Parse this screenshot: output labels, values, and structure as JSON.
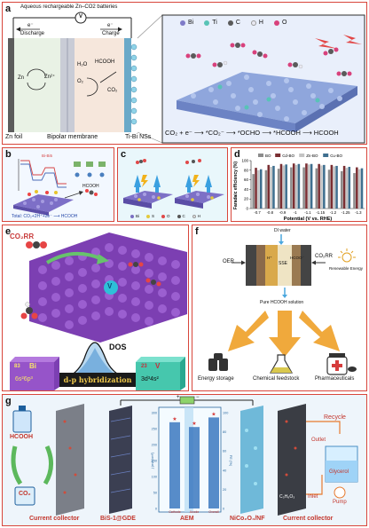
{
  "panel_a": {
    "label": "a",
    "battery_title": "Aqueous rechargeable Zn–CO2 batteries",
    "voltmeter": "V",
    "discharge_electron": "e⁻",
    "discharge_label": "Discharge",
    "charge_electron": "e⁻",
    "charge_label": "Charge",
    "zn": "Zn",
    "zn2": "Zn²⁺",
    "h2o": "H₂O",
    "hcooh": "HCOOH",
    "o2": "O₂",
    "co2": "CO₂",
    "zn_foil": "Zn foil",
    "bipolar": "Bipolar membrane",
    "tibi": "Ti-Bi NSs",
    "legend": [
      "Bi",
      "Ti",
      "C",
      "H",
      "O"
    ],
    "legend_colors": [
      "#7f7bc8",
      "#58c3b6",
      "#5a5a5a",
      "#e9e9f2",
      "#d8417c"
    ],
    "reaction": "CO₂ + e⁻ ⟶ *CO₂⁻ ⟶ *OCHO ⟶ *HCOOH ⟶ HCOOH"
  },
  "panel_b": {
    "label": "b",
    "total": "Total: CO₂+2H⁺+2e⁻ ⟶ HCOOH",
    "legend_top": "Bi-Bi5",
    "hcooh_tag": "HCOOH"
  },
  "panel_c": {
    "label": "c",
    "legend": [
      "Bi",
      "S",
      "O",
      "C",
      "H"
    ],
    "legend_colors": [
      "#7a6fc2",
      "#e3c93d",
      "#e04848",
      "#555555",
      "#e8e8e8"
    ]
  },
  "panel_d": {
    "label": "d",
    "chart_data": {
      "type": "bar",
      "ylabel": "Faradaic efficiency (%)",
      "xlabel": "Potential (V vs. RHE)",
      "categories": [
        "-0.7",
        "-0.8",
        "-0.9",
        "-1",
        "-1.1",
        "-1.15",
        "-1.2",
        "-1.25",
        "-1.3"
      ],
      "yticks": [
        "0",
        "20",
        "40",
        "60",
        "80",
        "100"
      ],
      "ylim": [
        0,
        100
      ],
      "legend_position": "top",
      "series": [
        {
          "name": "BO",
          "color": "#8c8c8c",
          "values": [
            72,
            80,
            83,
            86,
            86,
            84,
            81,
            78,
            74
          ]
        },
        {
          "name": "Cd-BO",
          "color": "#7a2e32",
          "values": [
            85,
            91,
            93,
            94,
            94,
            93,
            91,
            89,
            86
          ]
        },
        {
          "name": "Zn-BO",
          "color": "#c4c4c4",
          "values": [
            80,
            87,
            90,
            91,
            92,
            90,
            88,
            85,
            82
          ]
        },
        {
          "name": "Cu-BO",
          "color": "#3f6f8f",
          "values": [
            82,
            89,
            92,
            93,
            93,
            91,
            89,
            87,
            84
          ]
        }
      ]
    }
  },
  "panel_e": {
    "label": "e",
    "co2rr": "CO₂RR",
    "dos": "DOS",
    "bi_number": "83",
    "bi_symbol": "Bi",
    "bi_config": "6s²6p³",
    "v_number": "23",
    "v_symbol": "V",
    "v_config": "3d³4s²",
    "v_mark": "V",
    "hybrid": "d-p hybridization"
  },
  "panel_f": {
    "label": "f",
    "di_water": "DI water",
    "oer": "OER",
    "co2rr": "CO₂RR",
    "renewable": "Renewable Energy",
    "sse": "SSE",
    "pure": "Pure HCOOH solution",
    "hcoo": "HCOO⁻",
    "h_plus": "H⁺",
    "outputs": [
      "Energy storage",
      "Chemical feedstock",
      "Pharmaceuticals"
    ]
  },
  "panel_g": {
    "label": "g",
    "hcooh": "HCOOH",
    "co2": "CO₂",
    "left_collector": "Current collector",
    "bis": "BiS-1@GDE",
    "aem": "AEM",
    "nico": "NiCo₂O₄/NF",
    "right_collector": "Current collector",
    "recycle": "Recycle",
    "outlet": "Outlet",
    "glycerol": "Glycerol",
    "inlet": "Inlet",
    "pump": "Pump",
    "feed": "C₃H₈O₃",
    "plus": "+",
    "minus": "−",
    "y_left": "j (mA/cm²)",
    "y_right": "FE (%)",
    "left_ticks": [
      "300",
      "250",
      "200",
      "150",
      "100",
      "50",
      "0"
    ],
    "right_ticks": [
      "100",
      "80",
      "60",
      "40",
      "20",
      "0"
    ],
    "bar_chart": {
      "categories": [
        "Cathode",
        "Anode",
        "Overall"
      ],
      "values": [
        90,
        85,
        95
      ]
    }
  }
}
